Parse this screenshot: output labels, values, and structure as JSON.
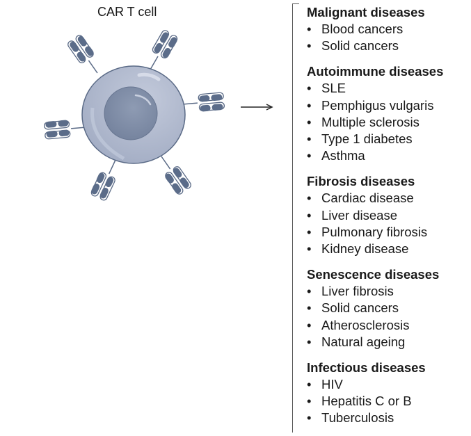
{
  "cell": {
    "title": "CAR T cell",
    "icon": "car-t-cell-icon",
    "colors": {
      "membrane": "#b0b9cd",
      "membrane_edge": "#5a6a86",
      "nucleus": "#8593ac",
      "receptor": "#5b6c89"
    }
  },
  "arrow": {
    "icon": "right-arrow-icon"
  },
  "groups": [
    {
      "title": "Malignant diseases",
      "items": [
        "Blood cancers",
        "Solid cancers"
      ]
    },
    {
      "title": "Autoimmune diseases",
      "items": [
        "SLE",
        "Pemphigus vulgaris",
        "Multiple sclerosis",
        "Type 1 diabetes",
        "Asthma"
      ]
    },
    {
      "title": "Fibrosis diseases",
      "items": [
        "Cardiac disease",
        "Liver disease",
        "Pulmonary fibrosis",
        "Kidney disease"
      ]
    },
    {
      "title": "Senescence diseases",
      "items": [
        "Liver fibrosis",
        "Solid cancers",
        "Atherosclerosis",
        "Natural ageing"
      ]
    },
    {
      "title": "Infectious diseases",
      "items": [
        "HIV",
        "Hepatitis C or B",
        "Tuberculosis"
      ]
    }
  ],
  "bullet": "•"
}
